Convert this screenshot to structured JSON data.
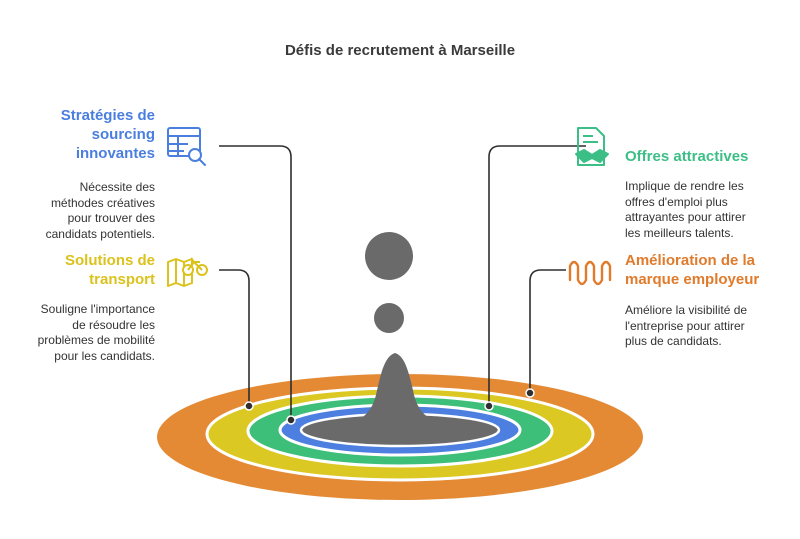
{
  "title": "Défis de recrutement à Marseille",
  "items": {
    "sourcing": {
      "heading_lines": [
        "Stratégies de",
        "sourcing",
        "innovantes"
      ],
      "desc_lines": [
        "Nécessite des",
        "méthodes créatives",
        "pour trouver des",
        "candidats potentiels."
      ],
      "color": "#4a7fe0"
    },
    "transport": {
      "heading_lines": [
        "Solutions de",
        "transport"
      ],
      "desc_lines": [
        "Souligne l'importance",
        "de résoudre les",
        "problèmes de mobilité",
        "pour les candidats."
      ],
      "color": "#dbc21c"
    },
    "offres": {
      "heading_lines": [
        "Offres attractives"
      ],
      "desc_lines": [
        "Implique de rendre les",
        "offres d'emploi plus",
        "attrayantes pour attirer",
        "les meilleurs talents."
      ],
      "color": "#3cbf86"
    },
    "marque": {
      "heading_lines": [
        "Amélioration de la",
        "marque employeur"
      ],
      "desc_lines": [
        "Améliore la visibilité de",
        "l'entreprise pour attirer",
        "plus de candidats."
      ],
      "color": "#e07b2c"
    }
  },
  "icons": {
    "sourcing": "table-search-icon",
    "transport": "bicycle-map-icon",
    "offres": "document-handshake-icon",
    "marque": "signal-wave-icon"
  },
  "ring_colors": [
    "#e48a34",
    "#dcc823",
    "#3dbf7a",
    "#4d7fe0",
    "#6a6a6a"
  ]
}
